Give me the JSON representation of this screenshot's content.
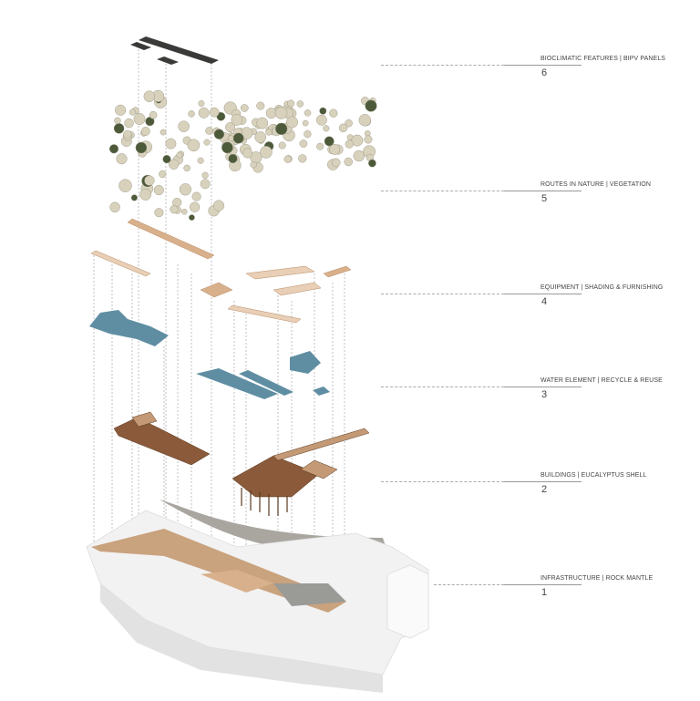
{
  "layers": [
    {
      "number": "6",
      "title": "BIOCLIMATIC FEATURES | BIPV PANELS"
    },
    {
      "number": "5",
      "title": "ROUTES IN NATURE | VEGETATION"
    },
    {
      "number": "4",
      "title": "EQUIPMENT | SHADING & FURNISHING"
    },
    {
      "number": "3",
      "title": "WATER ELEMENT | RECYCLE & REUSE"
    },
    {
      "number": "2",
      "title": "BUILDINGS | EUCALYPTUS SHELL"
    },
    {
      "number": "1",
      "title": "INFRASTRUCTURE | ROCK MANTLE"
    }
  ],
  "colors": {
    "panel": "#3a3a38",
    "tree": "#d8d2bd",
    "equipment": "#d9b08c",
    "water": "#5f8ea3",
    "building": "#8a5a3a",
    "terrain": "#f2f2f2",
    "path": "#a9a6a0"
  }
}
